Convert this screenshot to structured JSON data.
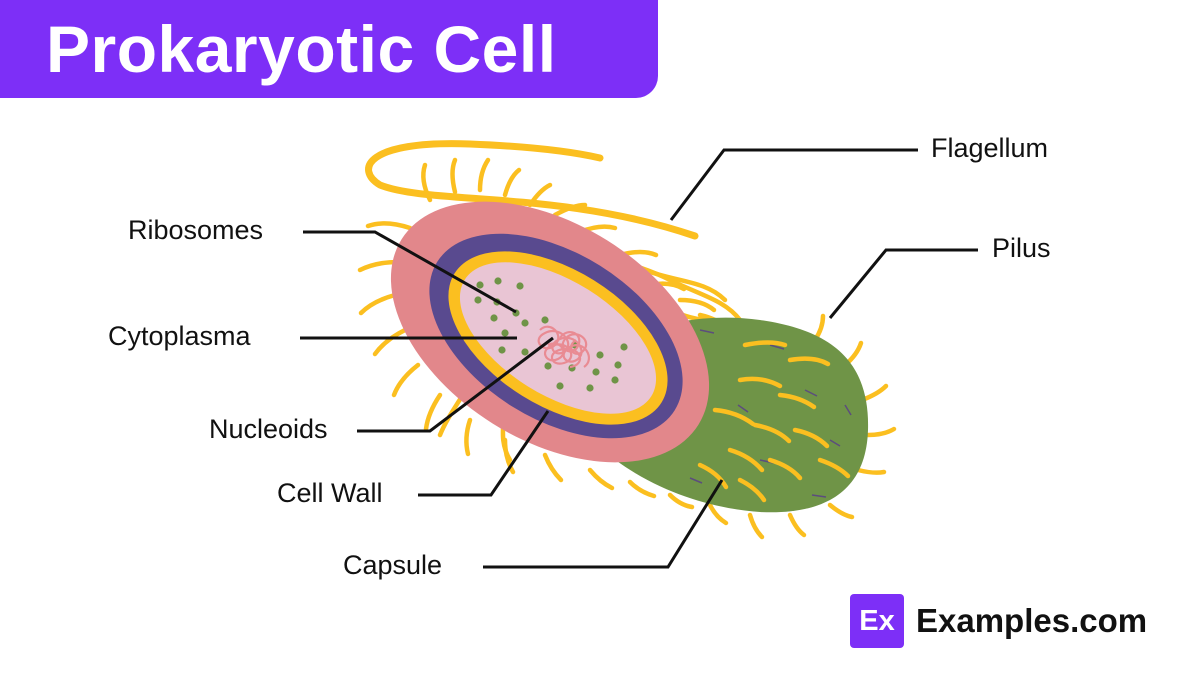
{
  "title": "Prokaryotic Cell",
  "labels": {
    "flagellum": "Flagellum",
    "pilus": "Pilus",
    "ribosomes": "Ribosomes",
    "cytoplasma": "Cytoplasma",
    "nucleoids": "Nucleoids",
    "cell_wall": "Cell Wall",
    "capsule": "Capsule"
  },
  "brand": {
    "badge": "Ex",
    "name": "Examples.com"
  },
  "colors": {
    "banner": "#7d2ff7",
    "capsule": "#6f9447",
    "outer_layer": "#e2878b",
    "membrane": "#594a8f",
    "inner_wall": "#fbbf20",
    "cytoplasm": "#e9c5d4",
    "ribosome": "#6f9447",
    "nucleoid": "#e98b93",
    "appendage": "#fbbf20"
  }
}
